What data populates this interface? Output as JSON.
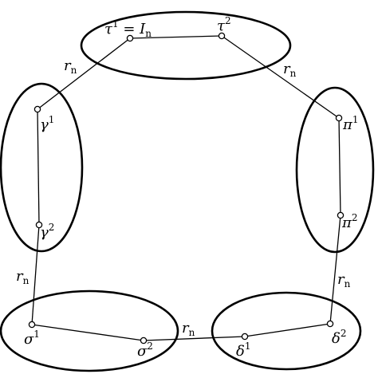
{
  "edge_label": "r",
  "edge_label_sub": "n",
  "groups": [
    {
      "name": "tau-group",
      "nodes": [
        {
          "base": "τ",
          "sup": "1",
          "suffix": " = I",
          "suffix_sub": "n"
        },
        {
          "base": "τ",
          "sup": "2"
        }
      ]
    },
    {
      "name": "pi-group",
      "nodes": [
        {
          "base": "π",
          "sup": "1"
        },
        {
          "base": "π",
          "sup": "2"
        }
      ]
    },
    {
      "name": "delta-group",
      "nodes": [
        {
          "base": "δ",
          "sup": "2"
        },
        {
          "base": "δ",
          "sup": "1"
        }
      ]
    },
    {
      "name": "sigma-group",
      "nodes": [
        {
          "base": "σ",
          "sup": "2"
        },
        {
          "base": "σ",
          "sup": "1"
        }
      ]
    },
    {
      "name": "gamma-group",
      "nodes": [
        {
          "base": "γ",
          "sup": "2"
        },
        {
          "base": "γ",
          "sup": "1"
        }
      ]
    }
  ]
}
